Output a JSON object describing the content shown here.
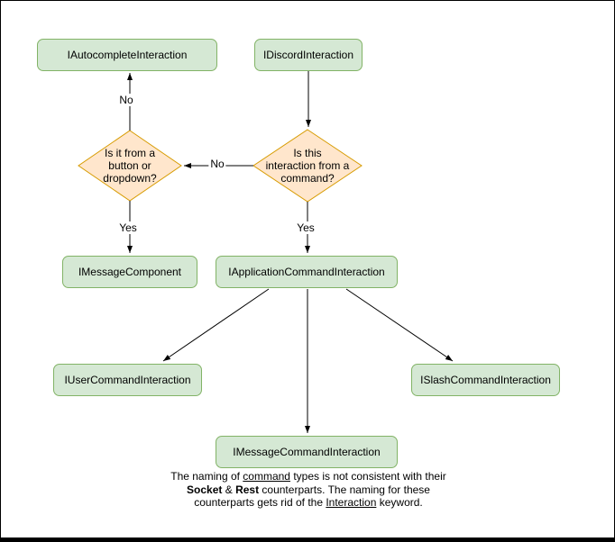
{
  "diagram": {
    "nodes": {
      "autocomplete": {
        "label": "IAutocompleteInteraction"
      },
      "discord": {
        "label": "IDiscordInteraction"
      },
      "button_dropdown_decision": {
        "label": "Is it from a\nbutton or\ndropdown?"
      },
      "command_decision": {
        "label": "Is this\ninteraction from a\ncommand?"
      },
      "message_component": {
        "label": "IMessageComponent"
      },
      "application_command": {
        "label": "IApplicationCommandInteraction"
      },
      "user_command": {
        "label": "IUserCommandInteraction"
      },
      "slash_command": {
        "label": "ISlashCommandInteraction"
      },
      "message_command": {
        "label": "IMessageCommandInteraction"
      }
    },
    "edge_labels": {
      "autocomplete_no": "No",
      "command_no": "No",
      "component_yes": "Yes",
      "application_yes": "Yes"
    },
    "note": {
      "line1_pre": "The naming of ",
      "line1_underline": "command",
      "line1_post": " types is not consistent with their",
      "line2_bold1": "Socket",
      "line2_mid": " & ",
      "line2_bold2": "Rest",
      "line2_post": " counterparts. The naming for these",
      "line3_pre": "counterparts gets rid of the ",
      "line3_underline": "Interaction",
      "line3_post": " keyword."
    },
    "colors": {
      "node_fill": "#d5e8d4",
      "node_border": "#82b366",
      "decision_fill": "#ffe6cc",
      "decision_border": "#d79b00",
      "edge_stroke": "#000000"
    }
  }
}
